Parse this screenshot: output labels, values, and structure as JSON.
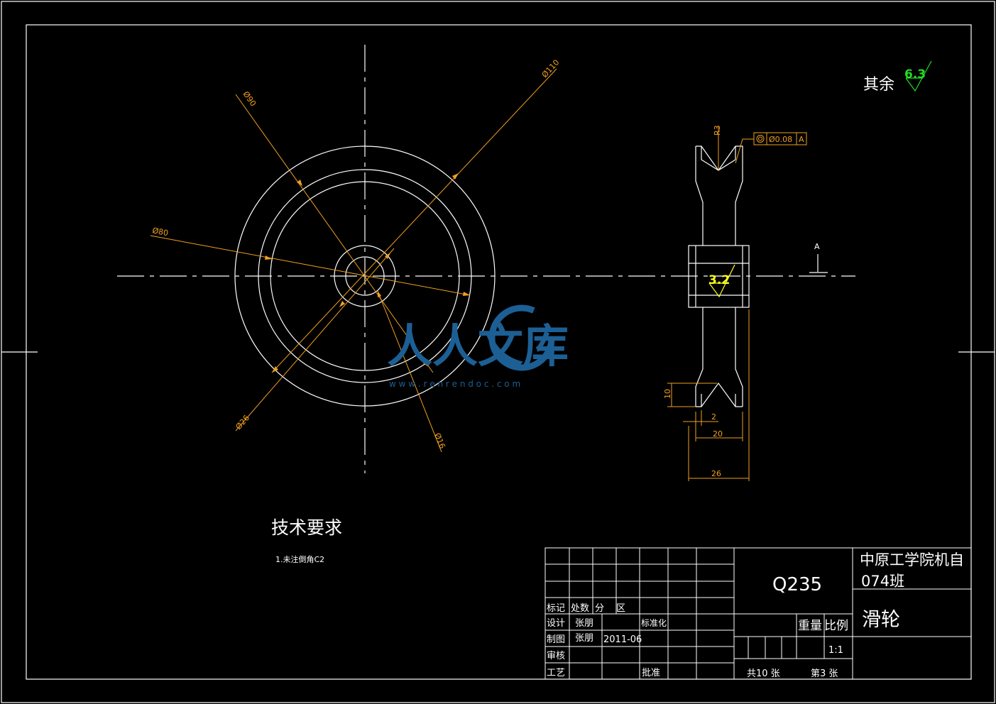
{
  "drawing": {
    "part_name": "滑轮",
    "material": "Q235",
    "school": "中原工学院机自",
    "class_name": "074班",
    "scale": "1:1",
    "total_sheets": "共10 张",
    "sheet_no": "第3 张"
  },
  "surface_finish": {
    "other_label": "其余",
    "other_value": "6.3",
    "hub_value": "3.2"
  },
  "tech_requirements": {
    "title": "技术要求",
    "items": [
      "1.未注倒角C2"
    ]
  },
  "dimensions": {
    "d110": "Ø110",
    "d90": "Ø90",
    "d80": "Ø80",
    "d26": "Ø26",
    "d16": "Ø16",
    "r3": "R3",
    "w26": "26",
    "w20": "20",
    "w2": "2",
    "h10": "10"
  },
  "tolerance": {
    "value": "Ø0.08",
    "datum": "A",
    "datum_label": "A"
  },
  "title_block": {
    "row_mark": [
      "标记",
      "处数",
      "分",
      "区"
    ],
    "design_label": "设计",
    "design_name": "张朋",
    "standard_label": "标准化",
    "draw_label": "制图",
    "draw_name": "张朋",
    "draw_date": "2011-06",
    "check_label": "审核",
    "process_label": "工艺",
    "approve_label": "批准",
    "weight_label": "重量",
    "scale_label": "比例"
  },
  "watermark": {
    "text": "人人文库",
    "url": "w w w . r e n r e n d o c . c o m"
  },
  "colors": {
    "geometry": "#ffffff",
    "dimension": "#f0a020",
    "finish_other": "#22dd22",
    "finish_hub": "#ffff22",
    "watermark": "#1c5f94"
  }
}
